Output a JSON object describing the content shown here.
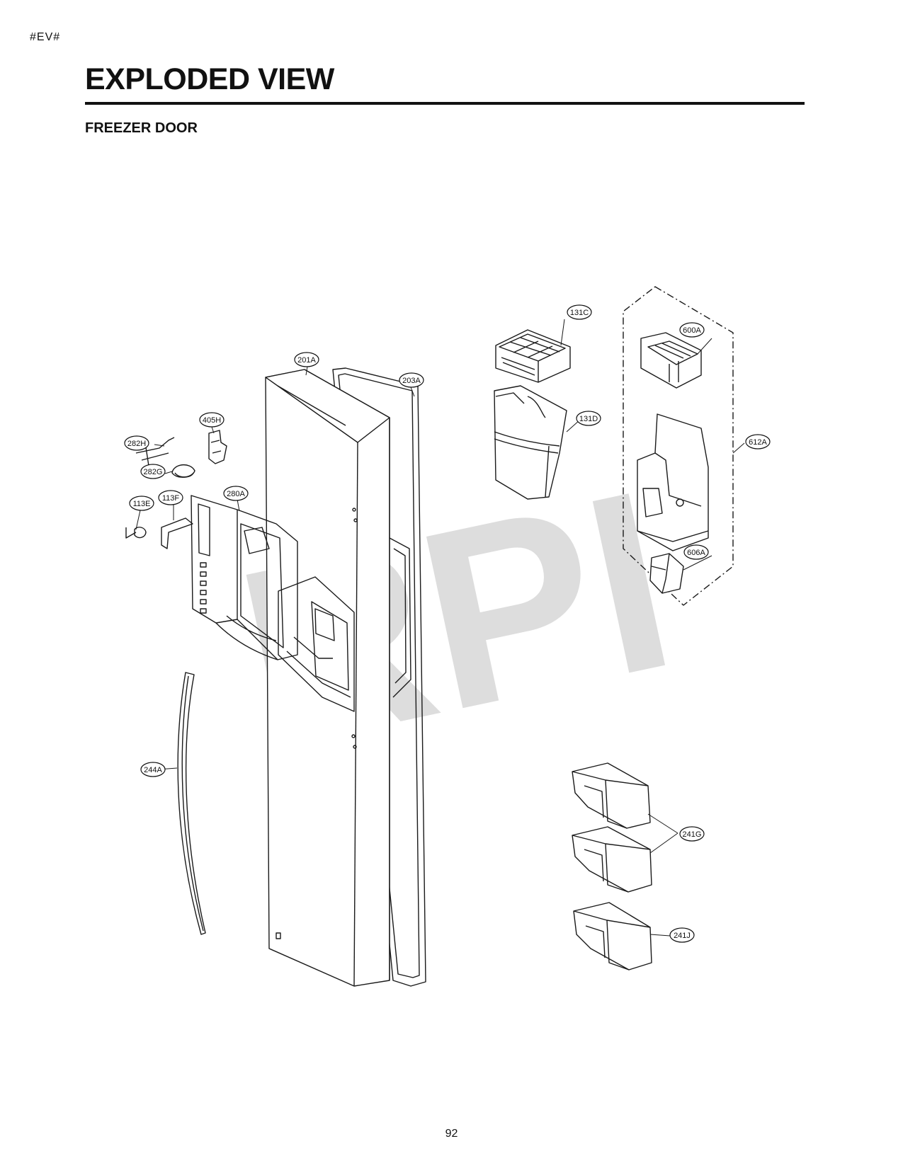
{
  "header": {
    "code": "#EV#",
    "title": "EXPLODED VIEW",
    "subtitle": "FREEZER DOOR"
  },
  "watermark": "RPI",
  "callouts": [
    "201A",
    "203A",
    "405H",
    "282H",
    "282G",
    "280A",
    "113E",
    "113F",
    "244A",
    "131C",
    "131D",
    "600A",
    "612A",
    "606A",
    "241G",
    "241J"
  ],
  "footer": {
    "page_number": "92"
  }
}
